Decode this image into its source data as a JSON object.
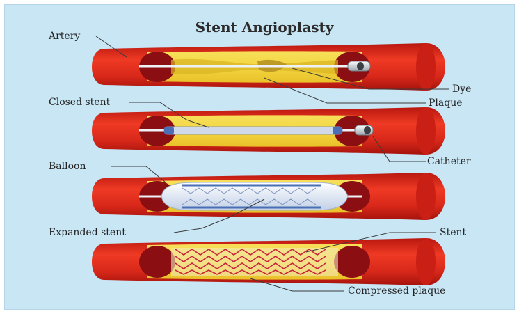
{
  "title": "Stent Angioplasty",
  "labels": {
    "artery": "Artery",
    "dye": "Dye",
    "plaque": "Plaque",
    "closed_stent": "Closed stent",
    "catheter": "Catheter",
    "balloon": "Balloon",
    "expanded_stent": "Expanded stent",
    "stent": "Stent",
    "compressed_plaque": "Compressed plaque"
  },
  "colors": {
    "background": "#c9e6f5",
    "artery_wall": "#d92a1c",
    "artery_inner": "#8b0f12",
    "plaque": "#f2d23a",
    "balloon": "#e8eef7",
    "stent_blue": "#4a6fb5",
    "stent_red": "#c9243a"
  }
}
